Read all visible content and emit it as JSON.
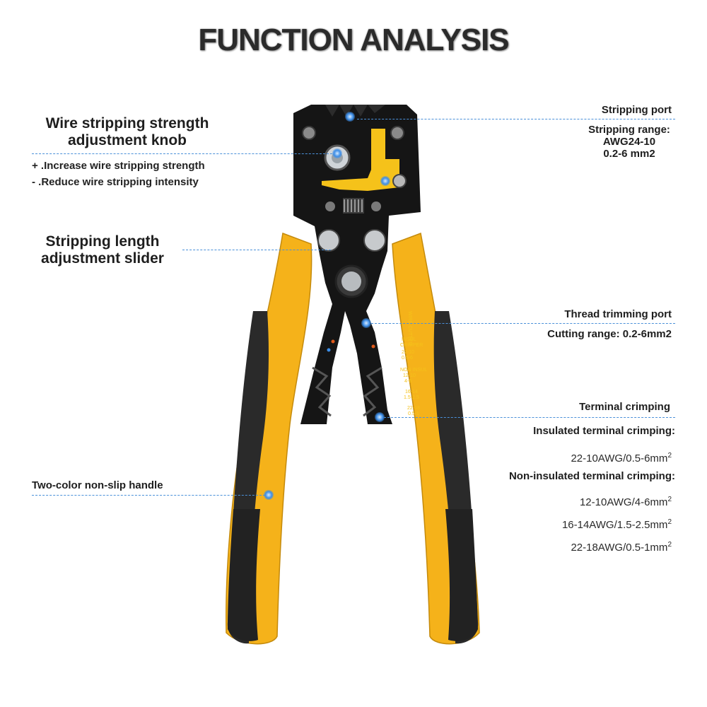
{
  "title": "FUNCTION ANALYSIS",
  "colors": {
    "handle_yellow": "#f5b21a",
    "handle_black": "#2a2a2a",
    "body_black": "#141414",
    "accent_blue": "#3d8ee8"
  },
  "left": {
    "knob_title_line1": "Wire stripping strength",
    "knob_title_line2": "adjustment knob",
    "knob_plus": "+ .Increase wire stripping strength",
    "knob_minus": "-  .Reduce wire stripping intensity",
    "slider_line1": "Stripping length",
    "slider_line2": "adjustment slider",
    "handle": "Two-color non-slip handle"
  },
  "right": {
    "stripping_port": "Stripping port",
    "stripping_range": "Stripping range:",
    "awg": "AWG24-10",
    "mm": "0.2-6 mm2",
    "thread_trimming": "Thread trimming port",
    "cutting_range": "Cutting range: 0.2-6mm2",
    "terminal_crimping": "Terminal crimping",
    "insulated": "Insulated terminal crimping:",
    "insulated_value": "22-10AWG/0.5-6mm",
    "non_insulated": "Non-insulated terminal crimping:",
    "non_ins_1": "12-10AWG/4-6mm",
    "non_ins_2": "16-14AWG/1.5-2.5mm",
    "non_ins_3": "22-18AWG/0.5-1mm",
    "sq": "2"
  },
  "tool_text": {
    "wire_cutter": "WIRE CUTTER",
    "insul": "INSUL",
    "crimper": "CRIMPER",
    "r1": "22-10",
    "r2": "0.5-6",
    "non_insul": "NON INSUL",
    "r3": "12-10",
    "r4": "4-6",
    "r5": "16-14",
    "r6": "1.5-2.5",
    "r7": "22-18",
    "r8": "0.5-1"
  }
}
